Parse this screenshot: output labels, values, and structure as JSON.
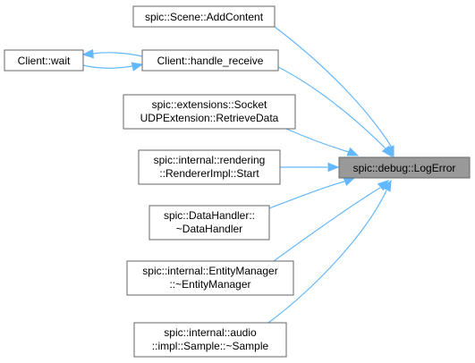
{
  "graph": {
    "target": {
      "id": "logerror",
      "lines": [
        "spic::debug::LogError"
      ]
    },
    "nodes": [
      {
        "id": "addcontent",
        "lines": [
          "spic::Scene::AddContent"
        ]
      },
      {
        "id": "wait",
        "lines": [
          "Client::wait"
        ]
      },
      {
        "id": "handle_receive",
        "lines": [
          "Client::handle_receive"
        ]
      },
      {
        "id": "retrievedata",
        "lines": [
          "spic::extensions::Socket",
          "UDPExtension::RetrieveData"
        ]
      },
      {
        "id": "rendererstart",
        "lines": [
          "spic::internal::rendering",
          "::RendererImpl::Start"
        ]
      },
      {
        "id": "datahandler",
        "lines": [
          "spic::DataHandler::",
          "~DataHandler"
        ]
      },
      {
        "id": "entitymanager",
        "lines": [
          "spic::internal::EntityManager",
          "::~EntityManager"
        ]
      },
      {
        "id": "sample",
        "lines": [
          "spic::internal::audio",
          "::impl::Sample::~Sample"
        ]
      }
    ],
    "edges": [
      {
        "from": "addcontent",
        "to": "logerror"
      },
      {
        "from": "handle_receive",
        "to": "logerror"
      },
      {
        "from": "retrievedata",
        "to": "logerror"
      },
      {
        "from": "rendererstart",
        "to": "logerror"
      },
      {
        "from": "datahandler",
        "to": "logerror"
      },
      {
        "from": "entitymanager",
        "to": "logerror"
      },
      {
        "from": "sample",
        "to": "logerror"
      },
      {
        "from": "handle_receive",
        "to": "wait"
      },
      {
        "from": "wait",
        "to": "handle_receive"
      }
    ],
    "colors": {
      "edge": "#63b8ff",
      "node_border": "#666666",
      "target_fill": "#999999"
    }
  }
}
